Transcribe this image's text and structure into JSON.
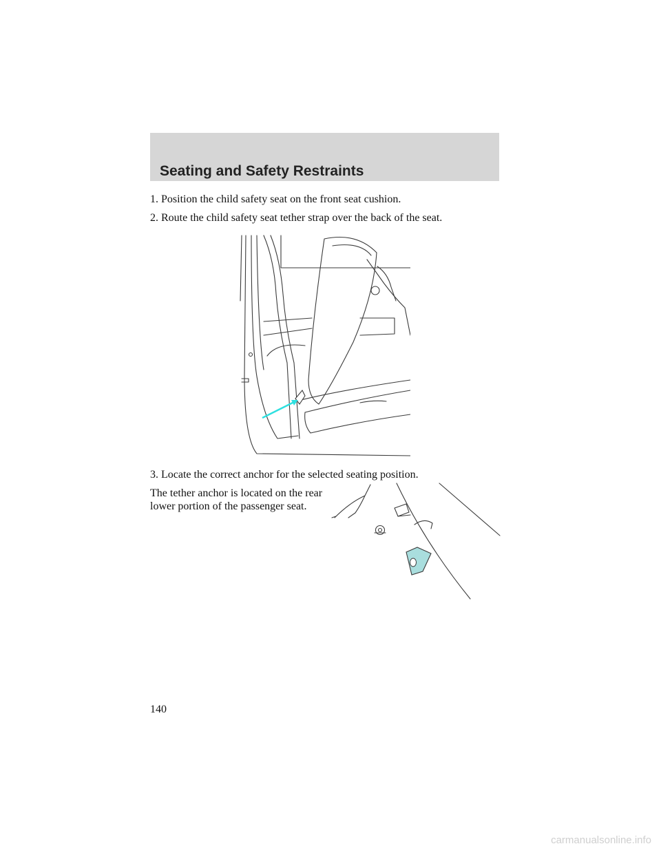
{
  "header": {
    "title": "Seating and Safety Restraints"
  },
  "steps": {
    "step1": "1. Position the child safety seat on the front seat cushion.",
    "step2": "2. Route the child safety seat tether strap over the back of the seat.",
    "step3": "3. Locate the correct anchor for the selected seating position."
  },
  "note": "The tether anchor is located on the rear lower portion of the passenger seat.",
  "page_number": "140",
  "watermark": "carmanualsonline.info",
  "colors": {
    "highlight": "#2fe0e0",
    "anchor_fill": "#a9dede",
    "header_band": "#d6d6d6"
  }
}
